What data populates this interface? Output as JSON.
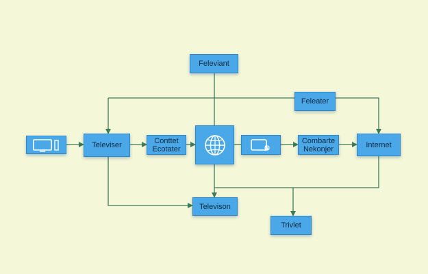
{
  "diagram": {
    "nodes": {
      "top_box": "Feleviant",
      "right_top_box": "Feleater",
      "televiser_box": "Televiser",
      "content_box": "Conttet\nEcotater",
      "combarte_box": "Combarte\nNekonjer",
      "internet_box": "Internet",
      "television_box": "Televison",
      "trivet_box": "Trivlet"
    },
    "icons": {
      "tv_node": "tv-icon",
      "globe_node": "globe-icon",
      "device_node": "device-icon"
    },
    "colors": {
      "background": "#f4f7d8",
      "node_fill": "#4aa8e8",
      "node_border": "#2c86c8",
      "wire": "#3d7a5a"
    }
  }
}
